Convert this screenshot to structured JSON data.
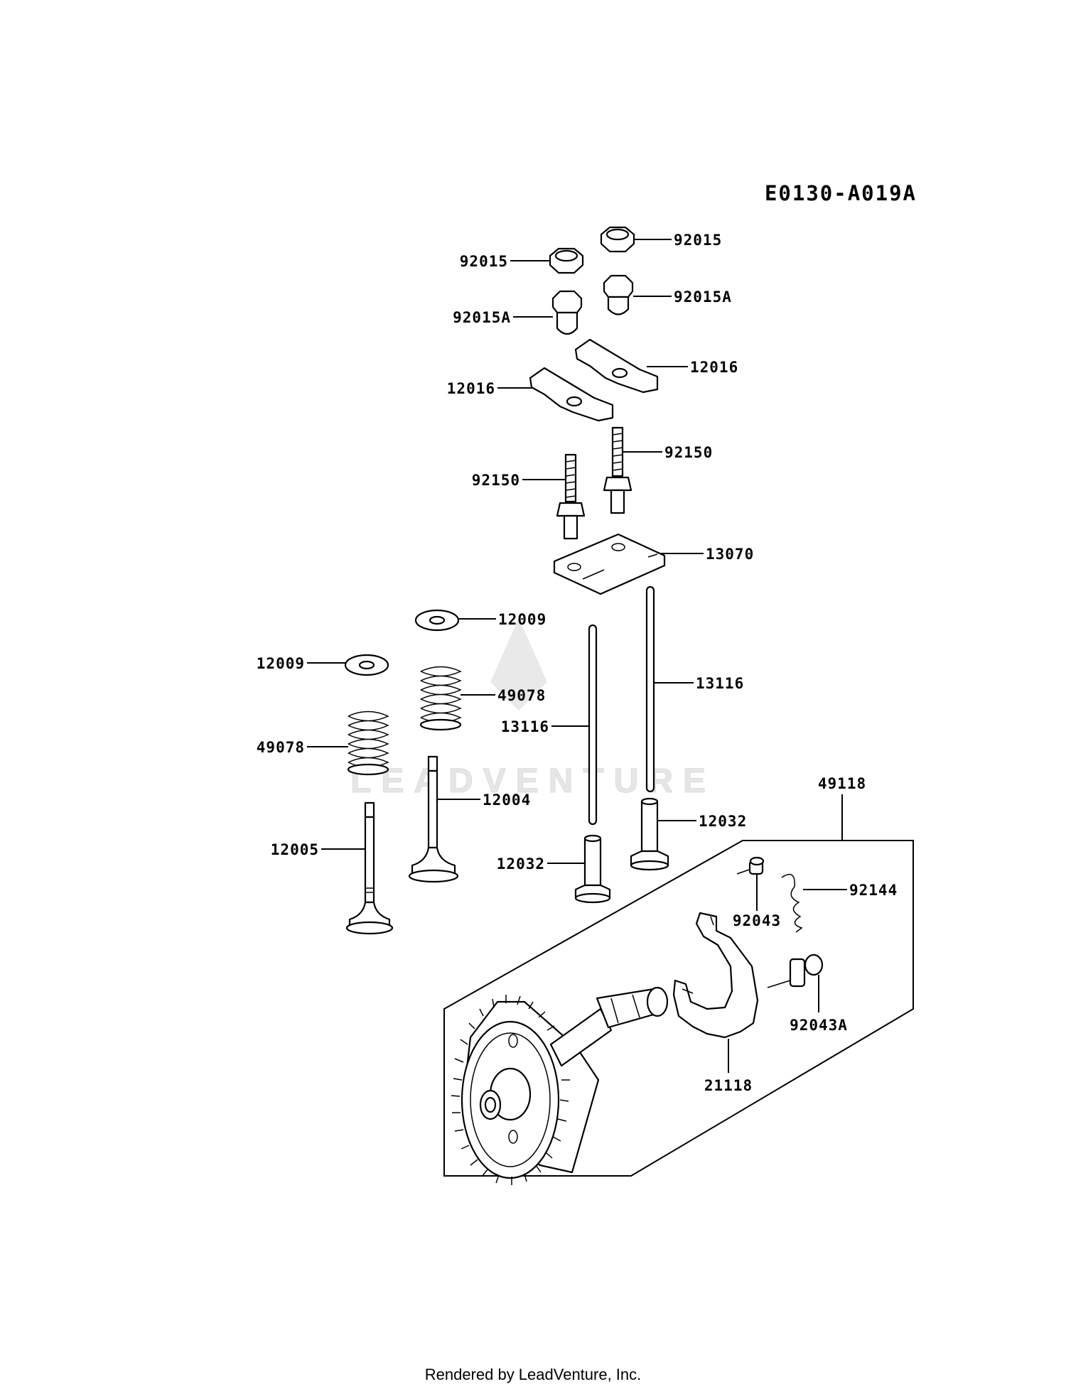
{
  "diagram": {
    "reference_code": "E0130-A019A",
    "watermark": "LEADVENTURE",
    "footer": "Rendered by LeadVenture, Inc.",
    "callouts": [
      {
        "id": "nut-left",
        "label": "92015"
      },
      {
        "id": "nut-right",
        "label": "92015"
      },
      {
        "id": "cap-left",
        "label": "92015A"
      },
      {
        "id": "cap-right",
        "label": "92015A"
      },
      {
        "id": "rocker-left",
        "label": "12016"
      },
      {
        "id": "rocker-right",
        "label": "12016"
      },
      {
        "id": "stud-left",
        "label": "92150"
      },
      {
        "id": "stud-right",
        "label": "92150"
      },
      {
        "id": "guide-plate",
        "label": "13070"
      },
      {
        "id": "retainer-upper",
        "label": "12009"
      },
      {
        "id": "retainer-lower",
        "label": "12009"
      },
      {
        "id": "spring-upper",
        "label": "49078"
      },
      {
        "id": "spring-lower",
        "label": "49078"
      },
      {
        "id": "pushrod-left",
        "label": "13116"
      },
      {
        "id": "pushrod-right",
        "label": "13116"
      },
      {
        "id": "valve-exhaust",
        "label": "12004"
      },
      {
        "id": "valve-intake",
        "label": "12005"
      },
      {
        "id": "tappet-left",
        "label": "12032"
      },
      {
        "id": "tappet-right",
        "label": "12032"
      },
      {
        "id": "camshaft-assembly",
        "label": "49118"
      },
      {
        "id": "pin",
        "label": "92043"
      },
      {
        "id": "pin-a",
        "label": "92043A"
      },
      {
        "id": "spring-small",
        "label": "92144"
      },
      {
        "id": "weight",
        "label": "21118"
      }
    ]
  }
}
